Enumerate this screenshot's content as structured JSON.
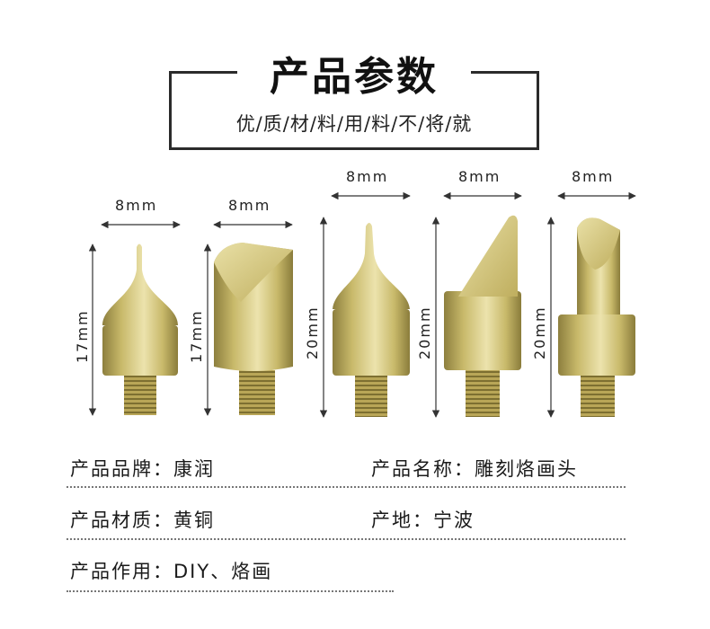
{
  "header": {
    "title": "产品参数",
    "subtitle": "优/质/材/料/用/料/不/将/就"
  },
  "tips": [
    {
      "width_label": "8mm",
      "height_label": "17mm"
    },
    {
      "width_label": "8mm",
      "height_label": "17mm"
    },
    {
      "width_label": "8mm",
      "height_label": "20mm"
    },
    {
      "width_label": "8mm",
      "height_label": "20mm"
    },
    {
      "width_label": "8mm",
      "height_label": "20mm"
    }
  ],
  "specs": {
    "brand": "产品品牌：康润",
    "name": "产品名称：雕刻烙画头",
    "material": "产品材质：黄铜",
    "origin": "产地：宁波",
    "usage": "产品作用：DIY、烙画"
  },
  "colors": {
    "brass_light": "#e6dca0",
    "brass_mid": "#c8b96a",
    "brass_dark": "#8d7f3e",
    "arrow": "#333333"
  }
}
